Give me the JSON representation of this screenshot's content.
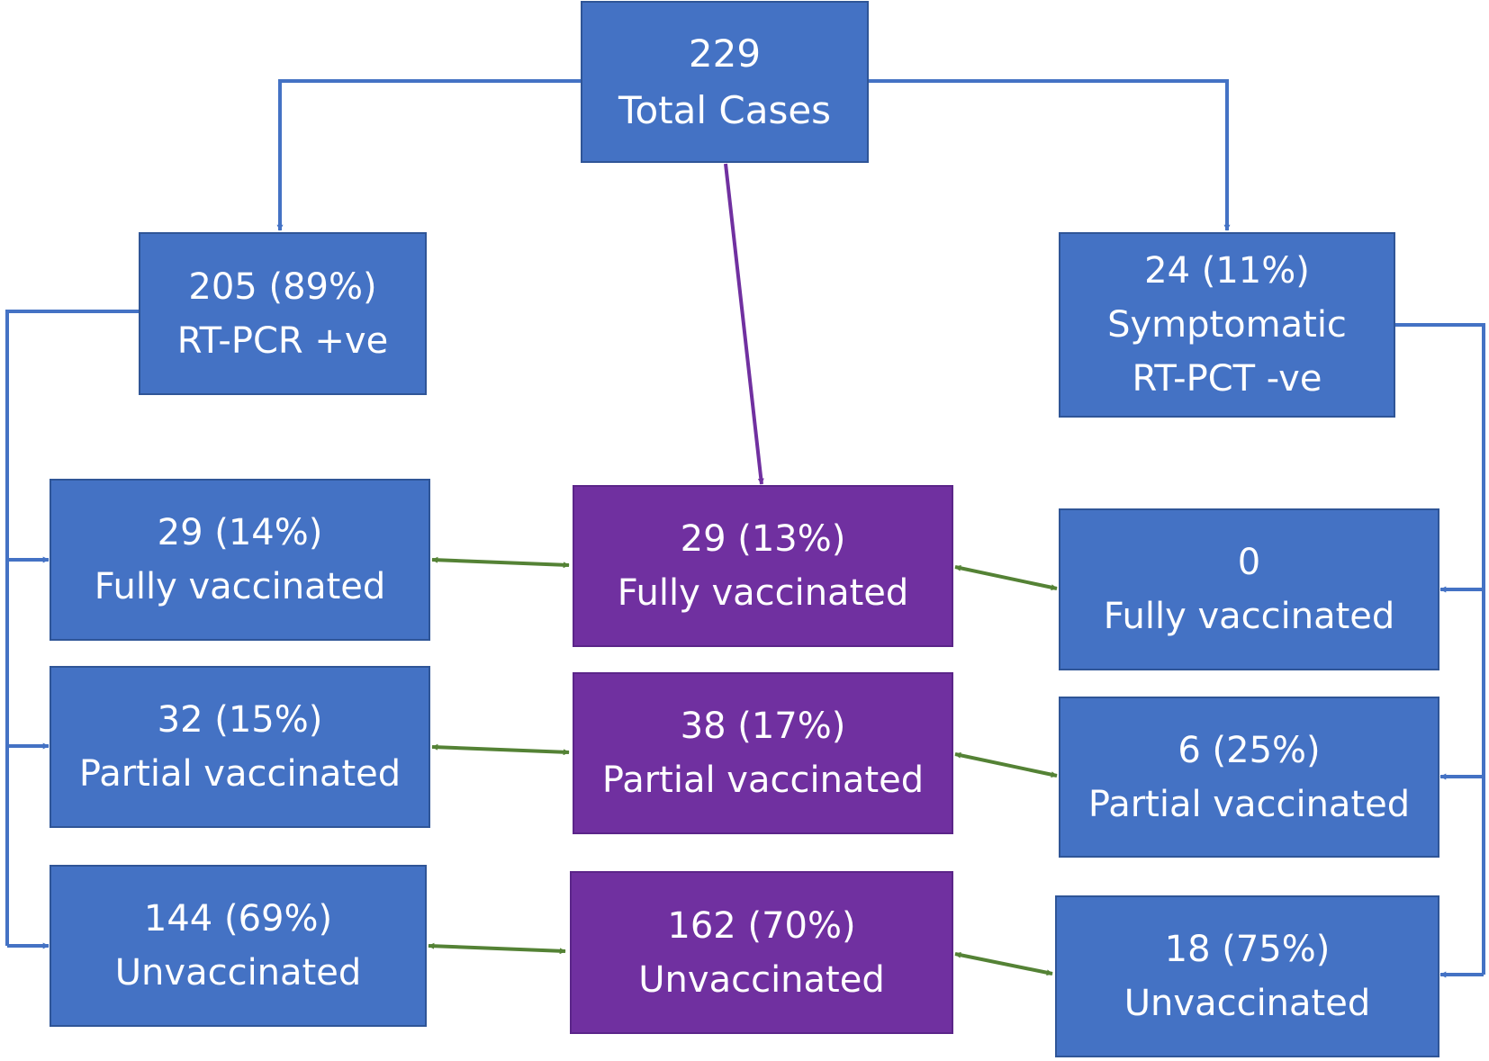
{
  "colors": {
    "blue_box": "#4472c4",
    "purple_box": "#7030a0",
    "blue_line": "#4472c4",
    "purple_line": "#7030a0",
    "green_line": "#548235"
  },
  "total": {
    "value": "229",
    "label": "Total Cases"
  },
  "pcr_positive": {
    "value": "205 (89%)",
    "label": "RT-PCR +ve"
  },
  "pcr_negative": {
    "value": "24 (11%)",
    "label": "Symptomatic",
    "label2": "RT-PCT -ve"
  },
  "left": {
    "fully": {
      "value": "29 (14%)",
      "label": "Fully vaccinated"
    },
    "partial": {
      "value": "32 (15%)",
      "label": "Partial vaccinated"
    },
    "unvax": {
      "value": "144 (69%)",
      "label": "Unvaccinated"
    }
  },
  "middle": {
    "fully": {
      "value": "29 (13%)",
      "label": "Fully vaccinated"
    },
    "partial": {
      "value": "38 (17%)",
      "label": "Partial vaccinated"
    },
    "unvax": {
      "value": "162 (70%)",
      "label": "Unvaccinated"
    }
  },
  "right": {
    "fully": {
      "value": "0",
      "label": "Fully vaccinated"
    },
    "partial": {
      "value": "6 (25%)",
      "label": "Partial vaccinated"
    },
    "unvax": {
      "value": "18 (75%)",
      "label": "Unvaccinated"
    }
  }
}
